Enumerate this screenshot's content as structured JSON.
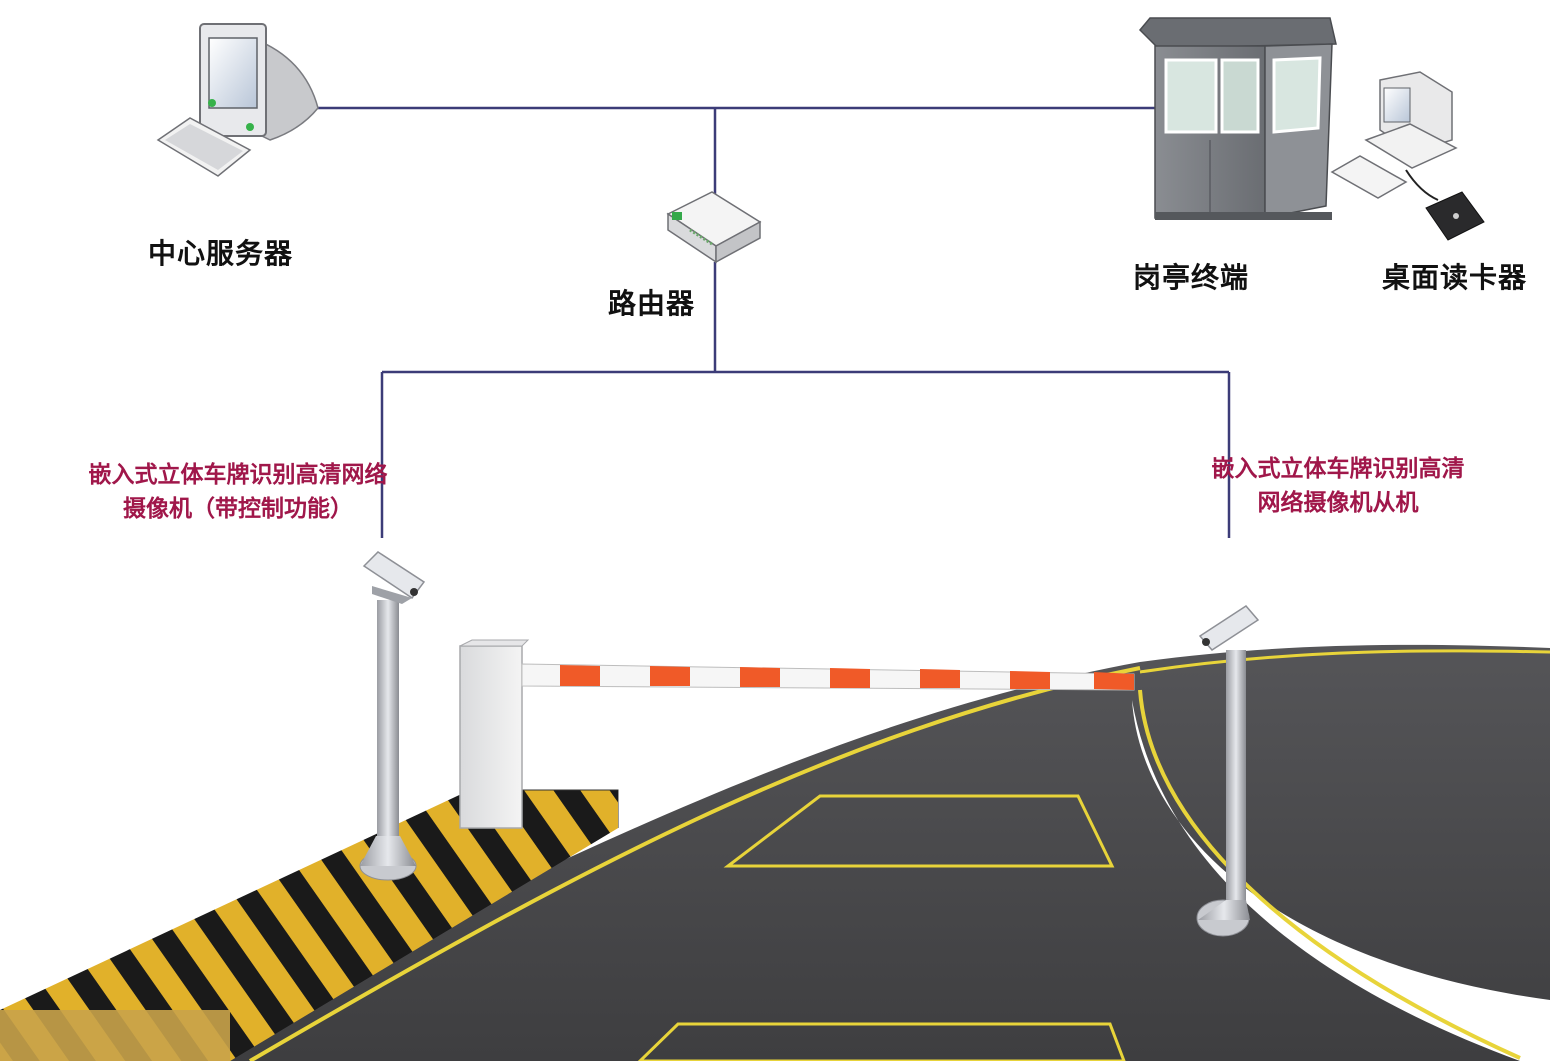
{
  "nodes": {
    "center_server": "中心服务器",
    "router": "路由器",
    "guard_booth": "岗亭终端",
    "desktop_reader": "桌面读卡器"
  },
  "cameras": {
    "left_line1": "嵌入式立体车牌识别高清网络",
    "left_line2": "摄像机（带控制功能）",
    "right_line1": "嵌入式立体车牌识别高清",
    "right_line2": "网络摄像机从机"
  },
  "colors": {
    "network_line": "#3c3c78",
    "camera_label": "#a0174a",
    "barrier_stripe": "#f05a28",
    "road": "#4a4a4c",
    "road_line": "#e8d43a"
  },
  "icons": [
    "desktop-computer-icon",
    "router-icon",
    "guard-booth-icon",
    "desktop-reader-icon",
    "camera-icon",
    "barrier-gate-icon"
  ]
}
